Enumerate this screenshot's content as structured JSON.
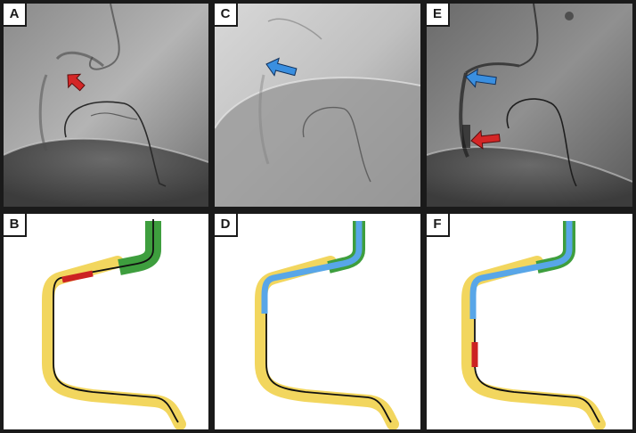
{
  "panels": [
    {
      "id": "A",
      "label": "A",
      "kind": "angiogram",
      "arrows": [
        {
          "color": "#d42626"
        }
      ]
    },
    {
      "id": "C",
      "label": "C",
      "kind": "angiogram",
      "arrows": [
        {
          "color": "#3a8fe0"
        }
      ]
    },
    {
      "id": "E",
      "label": "E",
      "kind": "angiogram",
      "arrows": [
        {
          "color": "#3a8fe0"
        },
        {
          "color": "#d42626"
        }
      ]
    },
    {
      "id": "B",
      "label": "B",
      "kind": "schematic"
    },
    {
      "id": "D",
      "label": "D",
      "kind": "schematic"
    },
    {
      "id": "F",
      "label": "F",
      "kind": "schematic"
    }
  ],
  "colors": {
    "vessel_halo": "#f2d65e",
    "guide_catheter": "#3e9e3e",
    "blue_segment": "#58a6e8",
    "red_segment": "#cc2222",
    "guidewire": "#111111",
    "red_arrow": "#d42626",
    "blue_arrow": "#3a8fe0"
  }
}
